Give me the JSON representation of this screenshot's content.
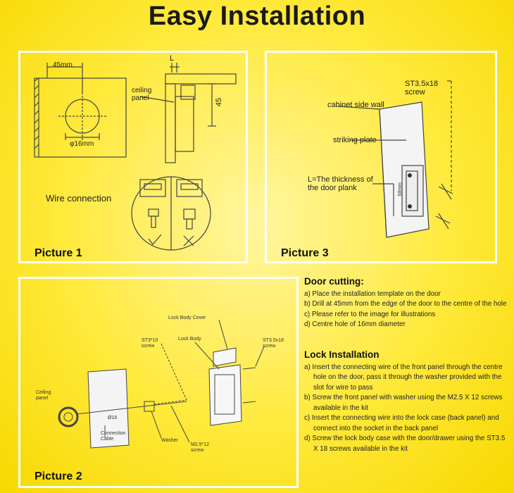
{
  "title": "Easy Installation",
  "picture1": {
    "label": "Picture 1",
    "dim_45mm": "45mm",
    "dim_16mm": "φ16mm",
    "dim_L": "L",
    "dim_45": "45",
    "ceiling_panel": "ceiling\npanel",
    "wire_connection": "Wire connection"
  },
  "picture2": {
    "label": "Picture 2",
    "lock_body_cover": "Lock Body Cover",
    "lock_body": "Lock Body",
    "st3_10": "ST3*10\nscrew",
    "st3_5x18": "ST3.5x18\nscrew",
    "ceiling_panel": "Ceiling\npanel",
    "connection_cable": "Connection\nCable",
    "washer": "Washer",
    "m2_5": "M2.5*12\nscrew",
    "phi16": "Ø16"
  },
  "picture3": {
    "label": "Picture 3",
    "screw": "ST3.5x18\nscrew",
    "side_wall": "cabinet side wall",
    "striking_plate": "striking plate",
    "thickness": "L=The thickness of\nthe door plank",
    "dim_58": "58mm"
  },
  "door_cutting": {
    "heading": "Door cutting:",
    "items": [
      "a) Place the installation template on the door",
      "b) Drill at 45mm from the edge of the door to the centre of the hole",
      "c) Please refer to the image for illustrations",
      "d) Centre hole of 16mm diameter"
    ]
  },
  "lock_installation": {
    "heading": "Lock Installation",
    "items": [
      "a) Insert the connecting wire of the front panel through the centre hole on the door, pass it through the washer provided with the slot for wire to pass",
      "b) Screw the front panel with washer using the M2.5 X 12 screws available in the kit",
      "c) Insert the connecting wire into the lock case (back panel) and connect into the socket in the back panel",
      "d) Screw the lock body case with the door/drawer using the ST3.5 X 18 screws available in the kit"
    ]
  },
  "colors": {
    "background": "#ffe93a",
    "border": "#ffffff",
    "text": "#222222"
  }
}
